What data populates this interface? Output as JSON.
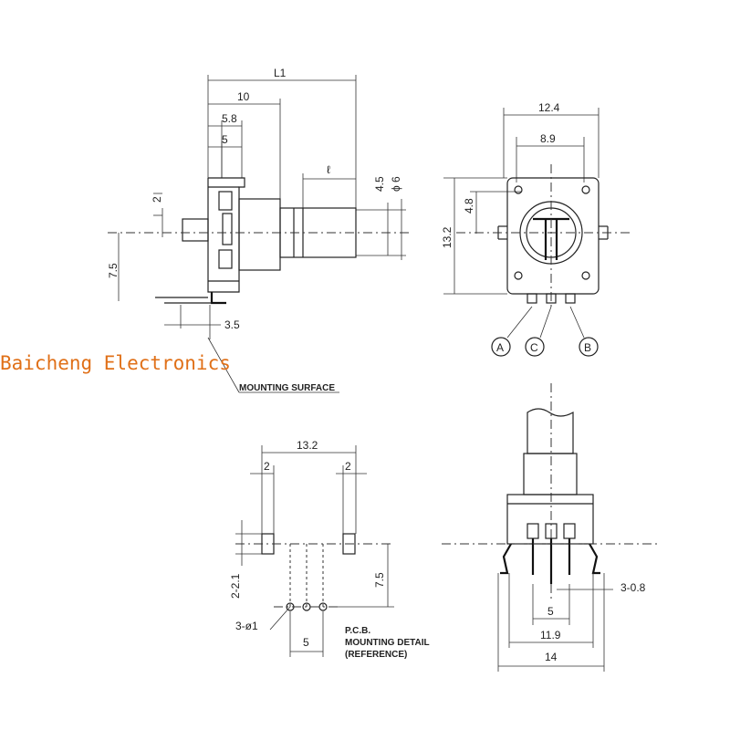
{
  "watermark": "Baicheng Electronics",
  "side_view": {
    "dims": {
      "L1": "L1",
      "d10": "10",
      "d58": "5.8",
      "d5": "5",
      "l": "ℓ",
      "d45": "4.5",
      "phi6": "ϕ 6",
      "d2": "2",
      "d75": "7.5",
      "d35": "3.5"
    },
    "mounting_surface": "MOUNTING SURFACE"
  },
  "front_view": {
    "dims": {
      "d124": "12.4",
      "d89": "8.9",
      "d48": "4.8",
      "d132": "13.2"
    },
    "pins": [
      "A",
      "C",
      "B"
    ]
  },
  "pcb_view": {
    "dims": {
      "d132": "13.2",
      "d2a": "2",
      "d2b": "2",
      "d221": "2-2.1",
      "d75": "7.5",
      "holes": "3-ø1",
      "d5": "5"
    },
    "caption": [
      "P.C.B.",
      "MOUNTING DETAIL",
      "(REFERENCE)"
    ]
  },
  "bottom_view": {
    "dims": {
      "pins": "3-0.8",
      "d5": "5",
      "d119": "11.9",
      "d14": "14"
    }
  },
  "colors": {
    "watermark": "#e07018",
    "line": "#222222"
  }
}
